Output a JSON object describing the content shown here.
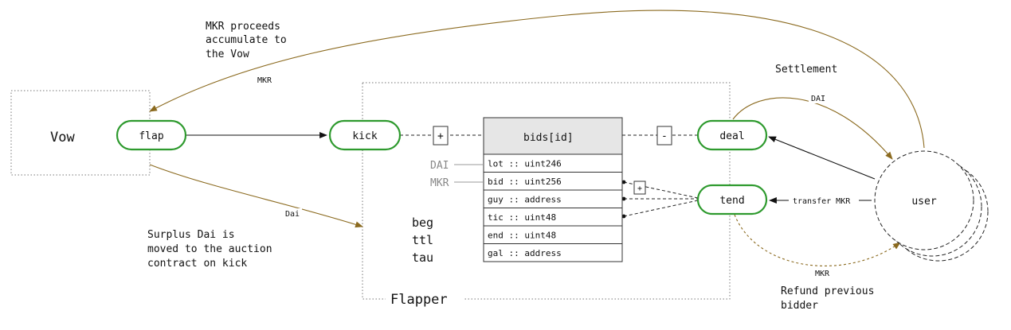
{
  "nodes": {
    "vow": "Vow",
    "flap": "flap",
    "kick": "kick",
    "deal": "deal",
    "tend": "tend",
    "user": "user"
  },
  "container": {
    "flapper": "Flapper"
  },
  "struct": {
    "title": "bids[id]",
    "fields": [
      "lot :: uint246",
      "bid :: uint256",
      "guy :: address",
      "tic :: uint48",
      "end :: uint48",
      "gal :: address"
    ]
  },
  "side_labels": {
    "dai": "DAI",
    "mkr": "MKR"
  },
  "params": [
    "beg",
    "ttl",
    "tau"
  ],
  "operators": {
    "plus": "+",
    "minus": "-",
    "small_plus": "+"
  },
  "edge_labels": {
    "mkr_to_vow": "MKR",
    "dai_to_flapper": "Dai",
    "settlement_dai": "DAI",
    "transfer_mkr": "transfer MKR",
    "refund_mkr": "MKR"
  },
  "notes": {
    "mkr_proceeds": [
      "MKR proceeds",
      "accumulate to",
      "the Vow"
    ],
    "surplus": [
      "Surplus Dai is",
      "moved to the auction",
      "contract on kick"
    ],
    "settlement": "Settlement",
    "refund": [
      "Refund previous",
      "bidder"
    ]
  },
  "colors": {
    "node_border": "#2e9a2e",
    "value_flow": "#8b6a1f",
    "call_flow": "#111111",
    "struct_header": "#e6e6e6"
  }
}
